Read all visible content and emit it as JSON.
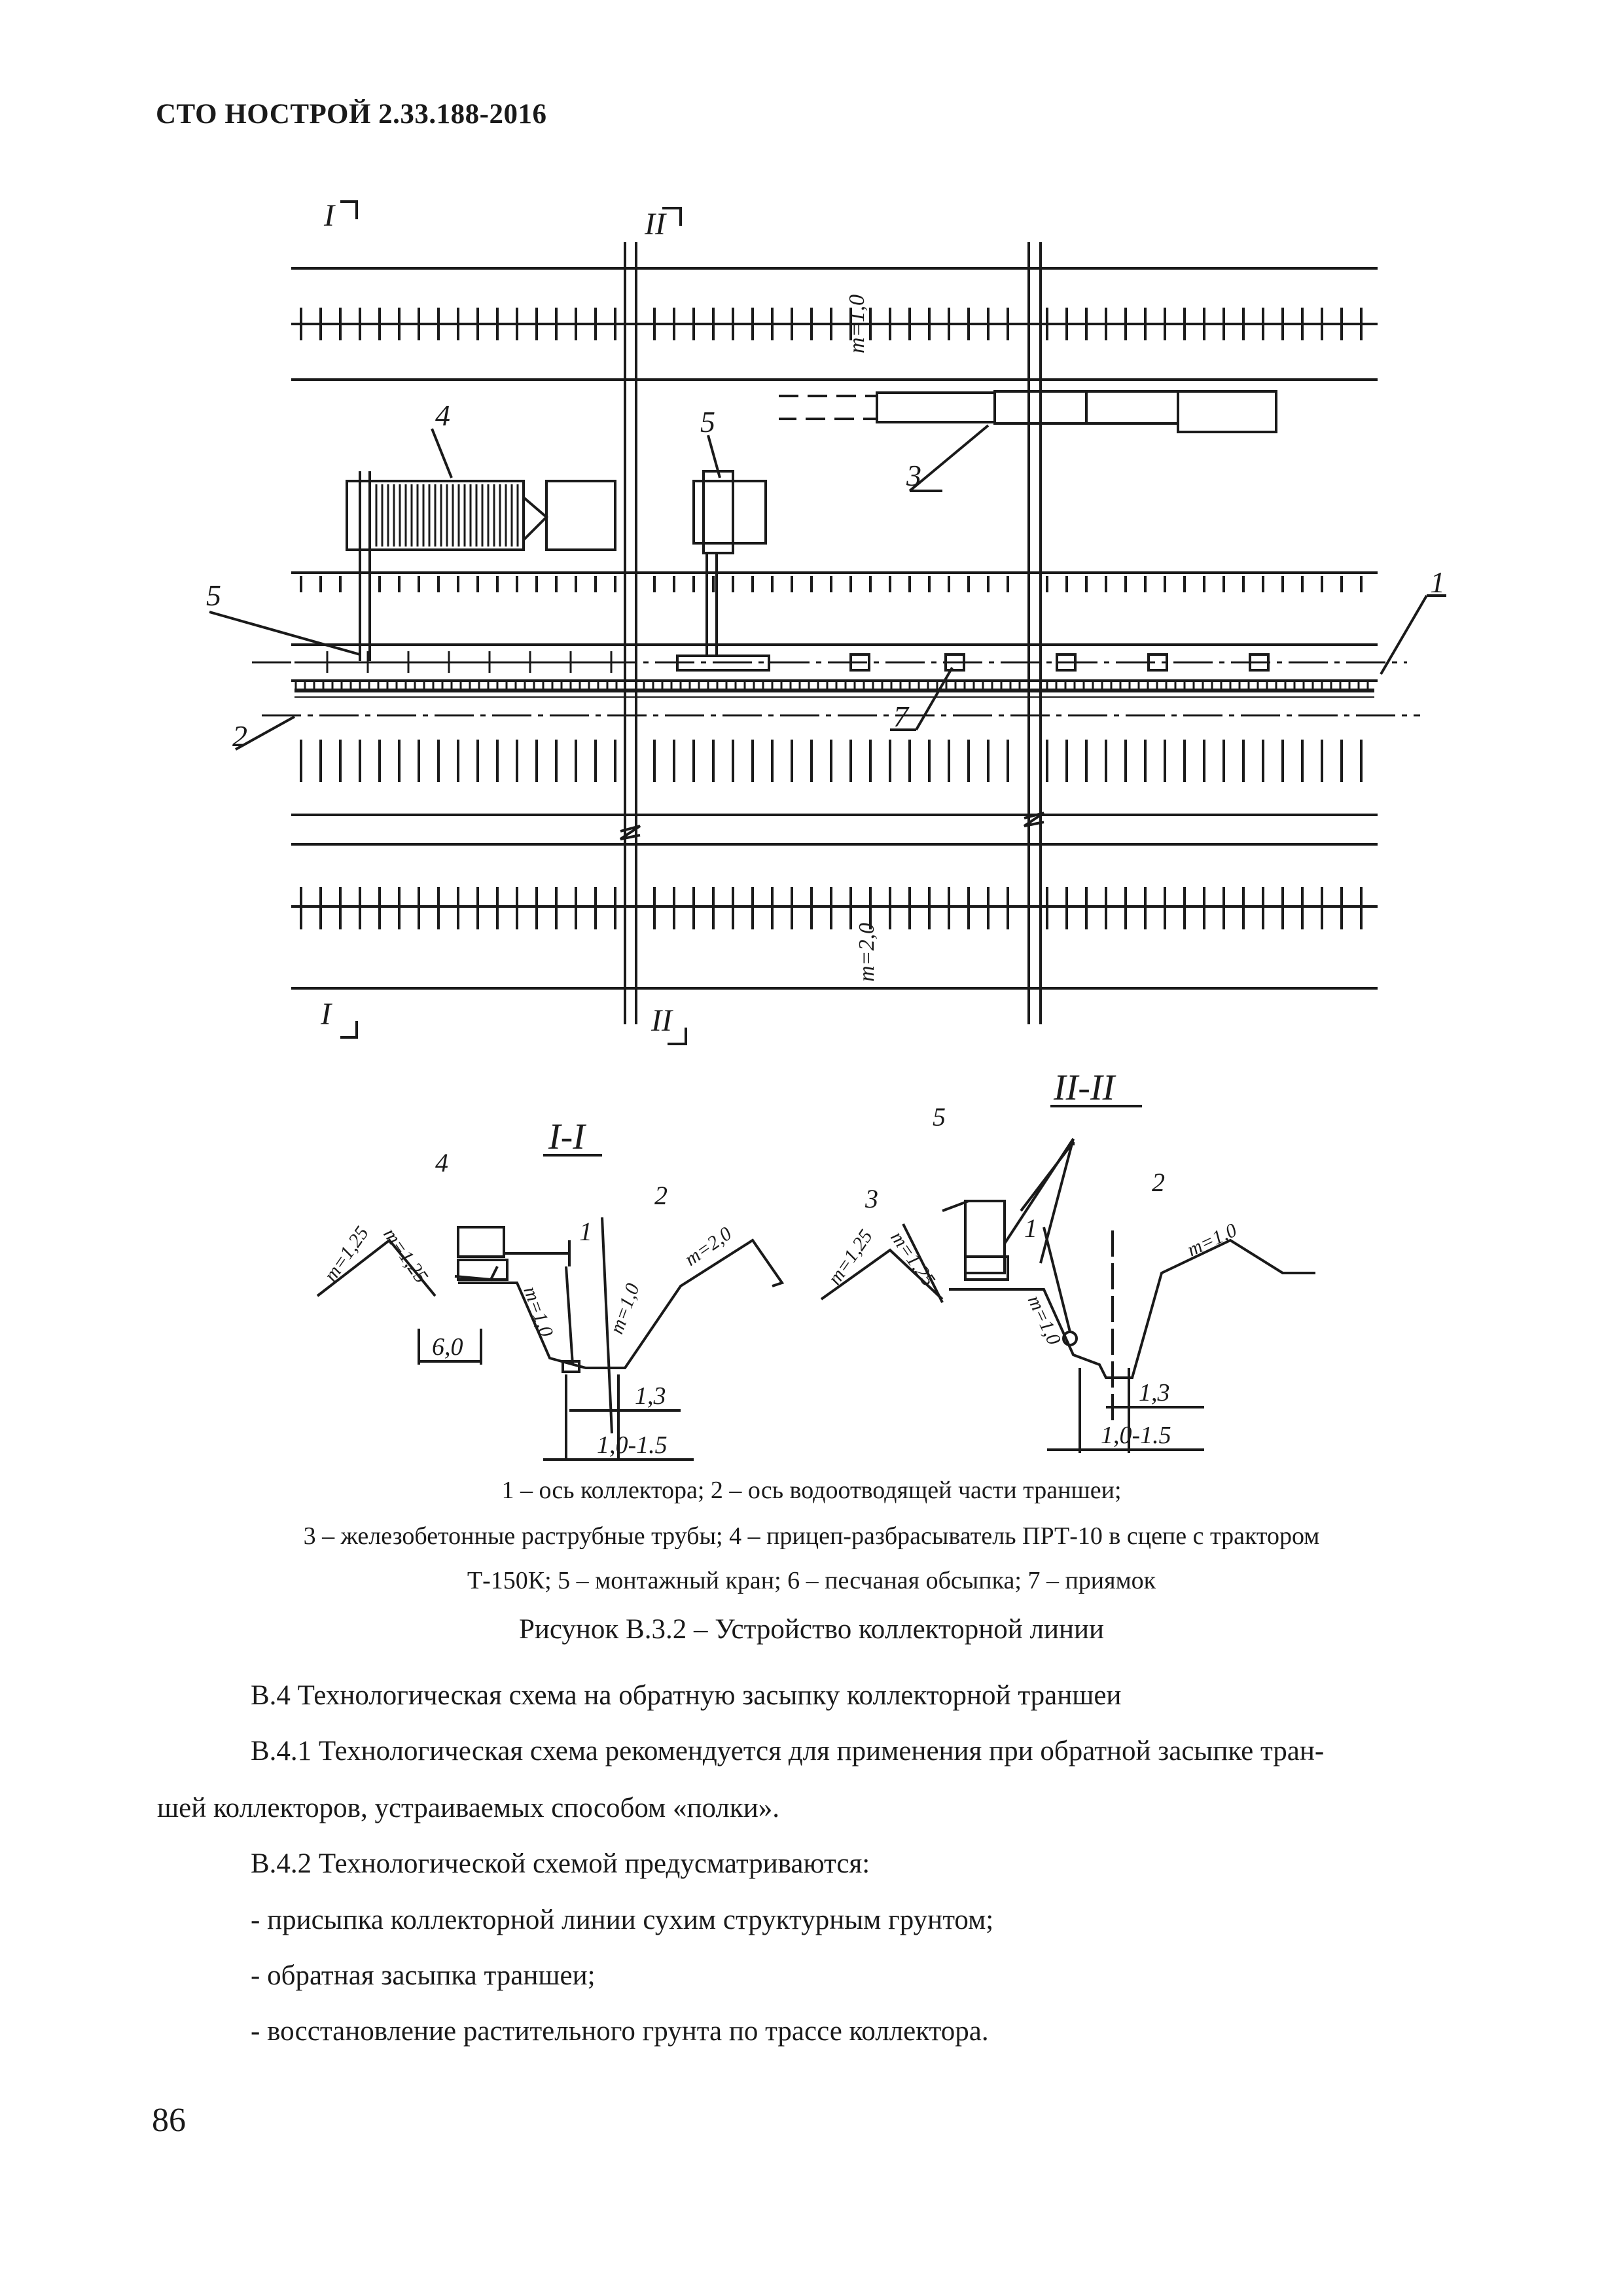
{
  "header": {
    "doc_code": "СТО НОСТРОЙ 2.33.188-2016"
  },
  "figure": {
    "section_marks": [
      "I",
      "II",
      "I",
      "II"
    ],
    "section_titles": [
      "I-I",
      "II-II"
    ],
    "plan_labels": [
      "1",
      "2",
      "3",
      "4",
      "5",
      "5",
      "7"
    ],
    "slope_labels": [
      "m=1,0",
      "m=2,0"
    ],
    "section_labels_1": [
      "4",
      "2",
      "1"
    ],
    "section_labels_2": [
      "5",
      "3",
      "1",
      "2"
    ],
    "slope_labels_section_1": [
      "m=1,25",
      "m=1,25",
      "m=2,0",
      "m=1,0",
      "m=1,0"
    ],
    "slope_labels_section_2": [
      "m=1,25",
      "m=1,25",
      "m=1,0",
      "m=1,0"
    ],
    "dimensions_section_1": [
      "6,0",
      "1,3",
      "1,0-1.5"
    ],
    "dimensions_section_2": [
      "1,3",
      "1,0-1.5"
    ]
  },
  "caption": {
    "line1": "1 – ось коллектора; 2 – ось водоотводящей части траншеи;",
    "line2": "3 – железобетонные раструбные трубы; 4 – прицеп-разбрасыватель ПРТ-10 в сцепе с трактором",
    "line3": "Т-150К; 5 – монтажный кран; 6 – песчаная обсыпка; 7 – приямок",
    "title": "Рисунок В.3.2 – Устройство коллекторной линии"
  },
  "body": {
    "p1": "В.4 Технологическая схема на обратную засыпку коллекторной траншеи",
    "p2a": "В.4.1 Технологическая схема рекомендуется для применения при обратной засыпке тран-",
    "p2b": "шей коллекторов, устраиваемых способом «полки».",
    "p3": "В.4.2 Технологической схемой предусматриваются:",
    "b1": "- присыпка коллекторной линии сухим структурным грунтом;",
    "b2": "- обратная засыпка траншеи;",
    "b3": "- восстановление растительного грунта по трассе коллектора."
  },
  "page_number": "86"
}
